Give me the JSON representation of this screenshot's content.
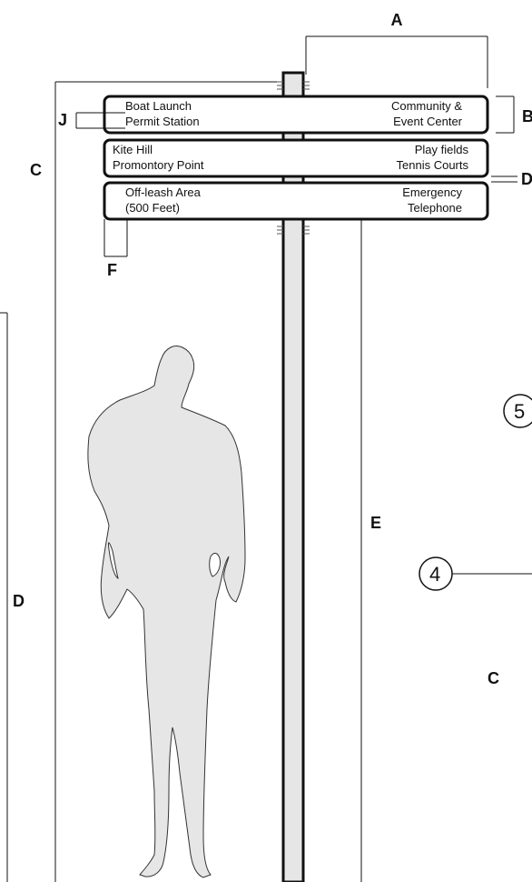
{
  "colors": {
    "line": "#111111",
    "silhouette_fill": "#e6e6e6",
    "post_fill": "#e6e6e6",
    "background": "#ffffff"
  },
  "signs": [
    {
      "left_lines": [
        "Boat Launch",
        "Permit Station"
      ],
      "right_lines": [
        "Community &",
        "Event Center"
      ]
    },
    {
      "left_lines": [
        "Kite Hill",
        "Promontory Point"
      ],
      "right_lines": [
        "Play fields",
        "Tennis Courts"
      ]
    },
    {
      "left_lines": [
        "Off-leash Area",
        "(500 Feet)"
      ],
      "right_lines": [
        "Emergency",
        "Telephone"
      ]
    }
  ],
  "dimension_labels": {
    "a_top": "A",
    "b_right": "B",
    "c_left": "C",
    "d_right": "D",
    "j_left": "J",
    "f_bottom": "F",
    "d_left": "D",
    "e_mid": "E",
    "c_right": "C"
  },
  "callouts": {
    "five": "5",
    "four": "4"
  },
  "figure": {
    "silhouette_name": "human-scale-figure"
  }
}
